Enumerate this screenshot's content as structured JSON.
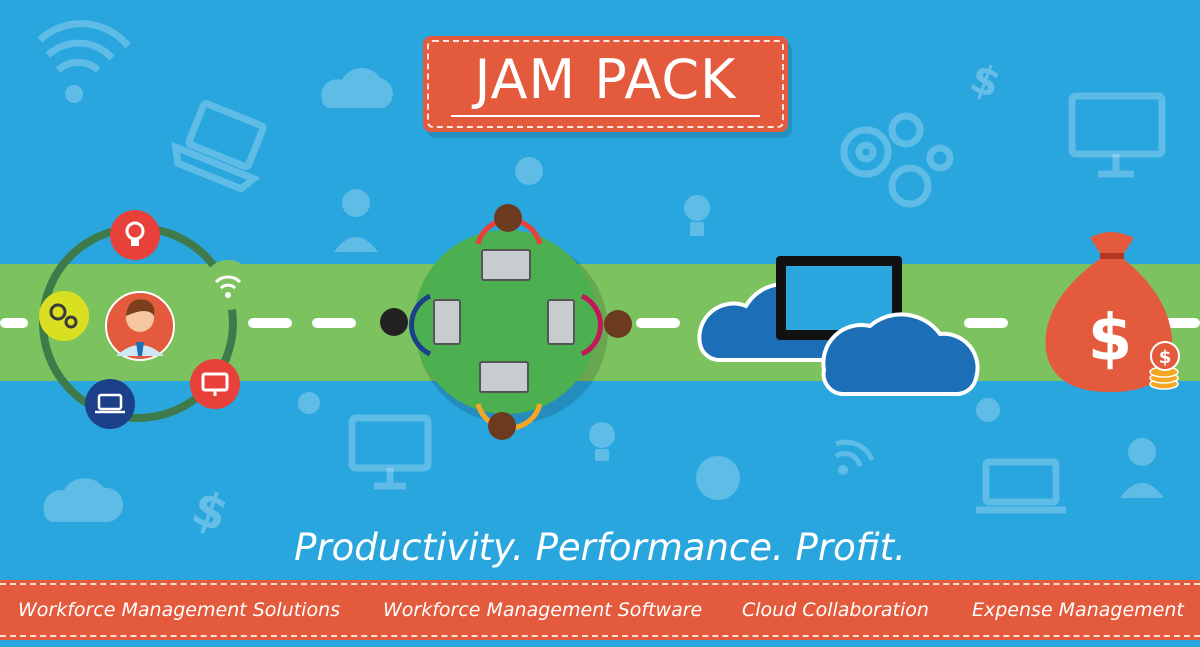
{
  "banner": {
    "title": "JAM PACK",
    "tagline": "Productivity.  Performance. Profit.",
    "footer_items": [
      "Workforce Management Solutions",
      "Workforce Management Software",
      "Cloud Collaboration",
      "Expense Management"
    ]
  },
  "colors": {
    "background": "#2aa6df",
    "road": "#7cc35f",
    "accent": "#e35a3c",
    "table": "#4caf50",
    "cloud": "#1c6fb6",
    "ring": "#3f7b4a"
  },
  "icons": {
    "hub_center": "employee-avatar-icon",
    "hub_orbit": [
      "lightbulb-icon",
      "wifi-icon",
      "monitor-icon",
      "laptop-icon",
      "gears-icon"
    ],
    "scenes": [
      "meeting-table-icon",
      "cloud-computer-icon",
      "money-bag-icon"
    ]
  }
}
